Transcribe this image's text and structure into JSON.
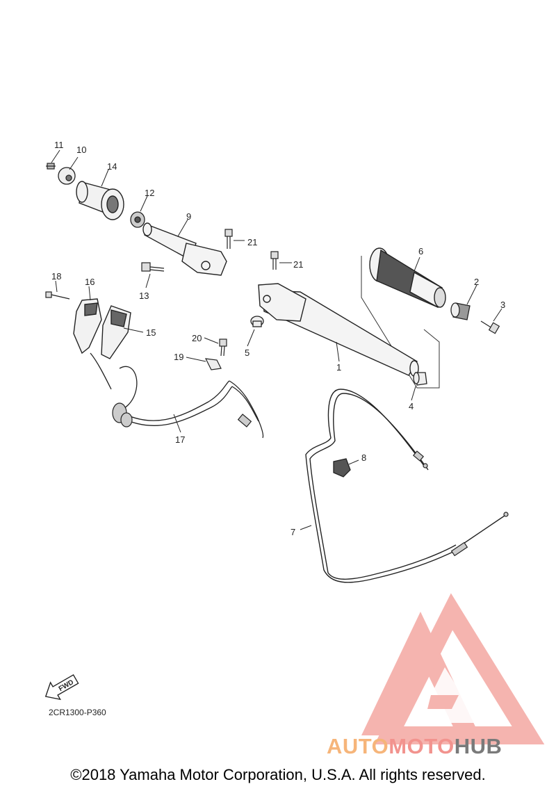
{
  "diagram": {
    "part_callouts": [
      "1",
      "2",
      "3",
      "4",
      "5",
      "6",
      "7",
      "8",
      "9",
      "10",
      "11",
      "12",
      "13",
      "14",
      "15",
      "16",
      "17",
      "18",
      "19",
      "20",
      "21",
      "21"
    ],
    "diagram_code": "2CR1300-P360",
    "fwd_label": "FWD",
    "copyright": "©2018 Yamaha Motor Corporation, U.S.A. All rights reserved."
  },
  "watermark": {
    "part1": "AUTO",
    "part2": "MOTO",
    "part3": "HUB",
    "colors": {
      "auto": "#f6b57a",
      "moto": "#f2938e",
      "hub": "#7a7a7a",
      "logo": "#f29b95"
    }
  }
}
